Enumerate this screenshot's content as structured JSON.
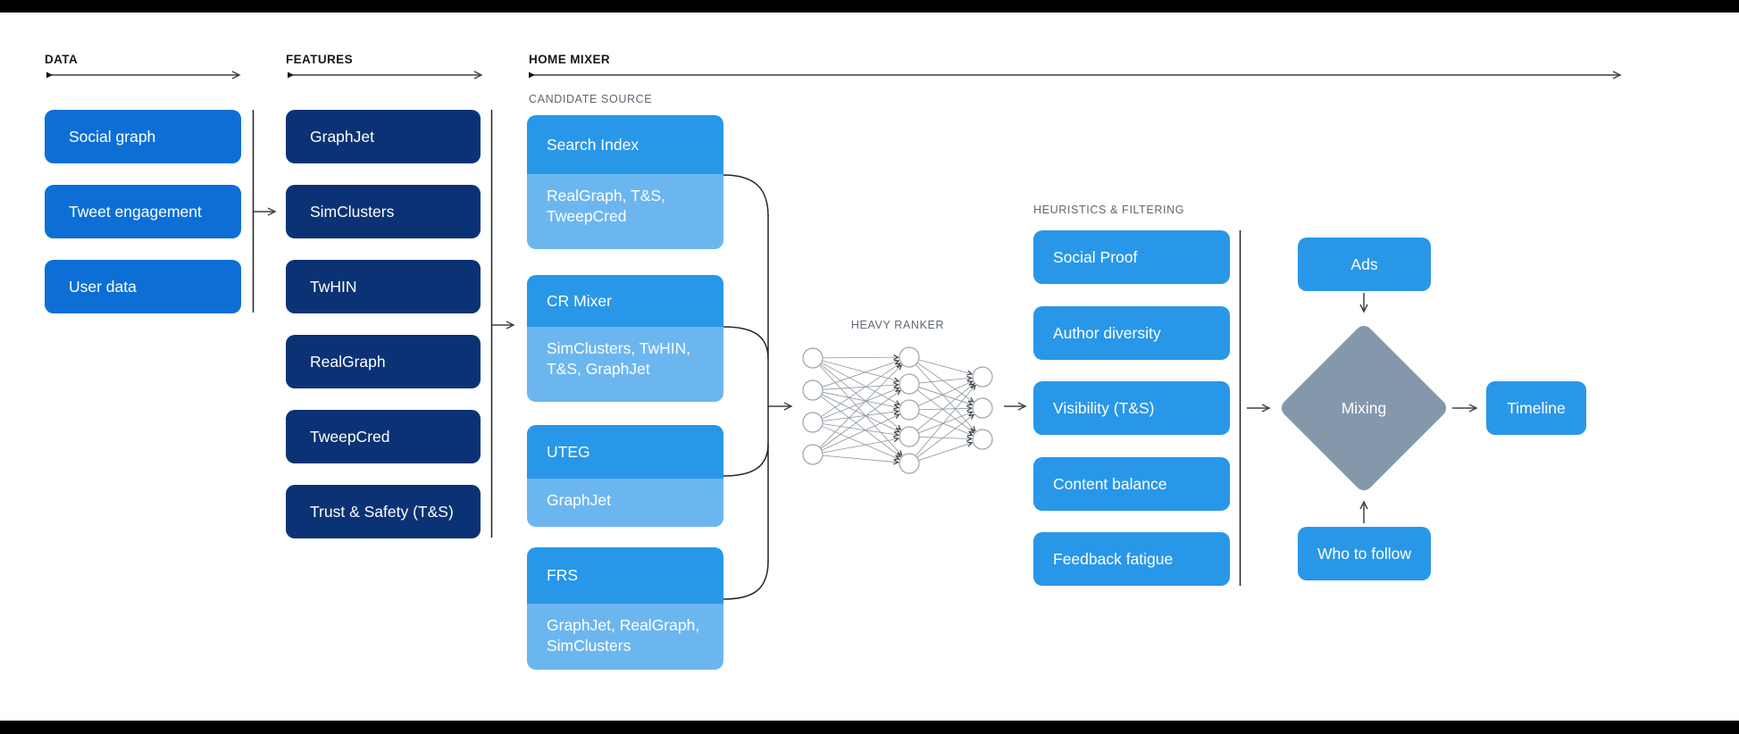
{
  "colors": {
    "data_box": "#0d6fd6",
    "feature_box": "#0b3274",
    "source_header_blue": "#2997e8",
    "source_sub_blue": "#6cb6f0",
    "filter_blue": "#2997e8",
    "diamond_gray": "#8498ab",
    "frame_bar": "#000000"
  },
  "sections": {
    "data": {
      "label": "DATA",
      "items": [
        "Social graph",
        "Tweet engagement",
        "User data"
      ]
    },
    "features": {
      "label": "FEATURES",
      "items": [
        "GraphJet",
        "SimClusters",
        "TwHIN",
        "RealGraph",
        "TweepCred",
        "Trust & Safety (T&S)"
      ]
    },
    "home_mixer": {
      "label": "HOME MIXER",
      "candidate_source": {
        "label": "CANDIDATE SOURCE",
        "cards": [
          {
            "title": "Search Index",
            "sub": "RealGraph, T&S, TweepCred"
          },
          {
            "title": "CR Mixer",
            "sub": "SimClusters, TwHIN, T&S, GraphJet"
          },
          {
            "title": "UTEG",
            "sub": "GraphJet"
          },
          {
            "title": "FRS",
            "sub": "GraphJet, RealGraph, SimClusters"
          }
        ]
      },
      "heavy_ranker": {
        "label": "HEAVY RANKER"
      },
      "heuristics": {
        "label": "HEURISTICS & FILTERING",
        "items": [
          "Social Proof",
          "Author diversity",
          "Visibility (T&S)",
          "Content balance",
          "Feedback fatigue"
        ]
      },
      "mixing": {
        "ads": "Ads",
        "diamond": "Mixing",
        "who_to_follow": "Who to follow",
        "timeline": "Timeline"
      }
    }
  }
}
